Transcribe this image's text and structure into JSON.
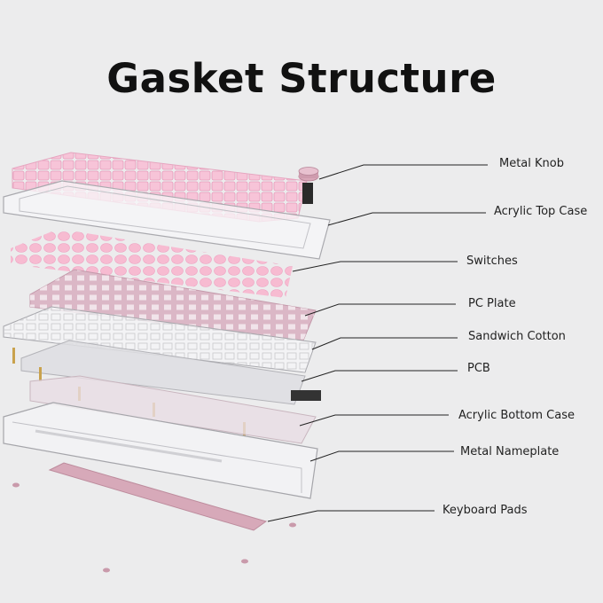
{
  "title": "Gasket Structure",
  "colors": {
    "background": "#ececed",
    "keycap_pink": "#f5bcd3",
    "plate_pink": "#d9b4c3",
    "acrylic": "#f7f7f8",
    "leader_line": "#222222"
  },
  "layers": [
    {
      "id": "metal-knob",
      "label": "Metal Knob"
    },
    {
      "id": "acrylic-top-case",
      "label": "Acrylic Top Case"
    },
    {
      "id": "switches",
      "label": "Switches"
    },
    {
      "id": "pc-plate",
      "label": "PC Plate"
    },
    {
      "id": "sandwich-cotton",
      "label": "Sandwich Cotton"
    },
    {
      "id": "pcb",
      "label": "PCB"
    },
    {
      "id": "acrylic-bottom-case",
      "label": "Acrylic Bottom Case"
    },
    {
      "id": "metal-nameplate",
      "label": "Metal Nameplate"
    },
    {
      "id": "keyboard-pads",
      "label": "Keyboard Pads"
    }
  ]
}
